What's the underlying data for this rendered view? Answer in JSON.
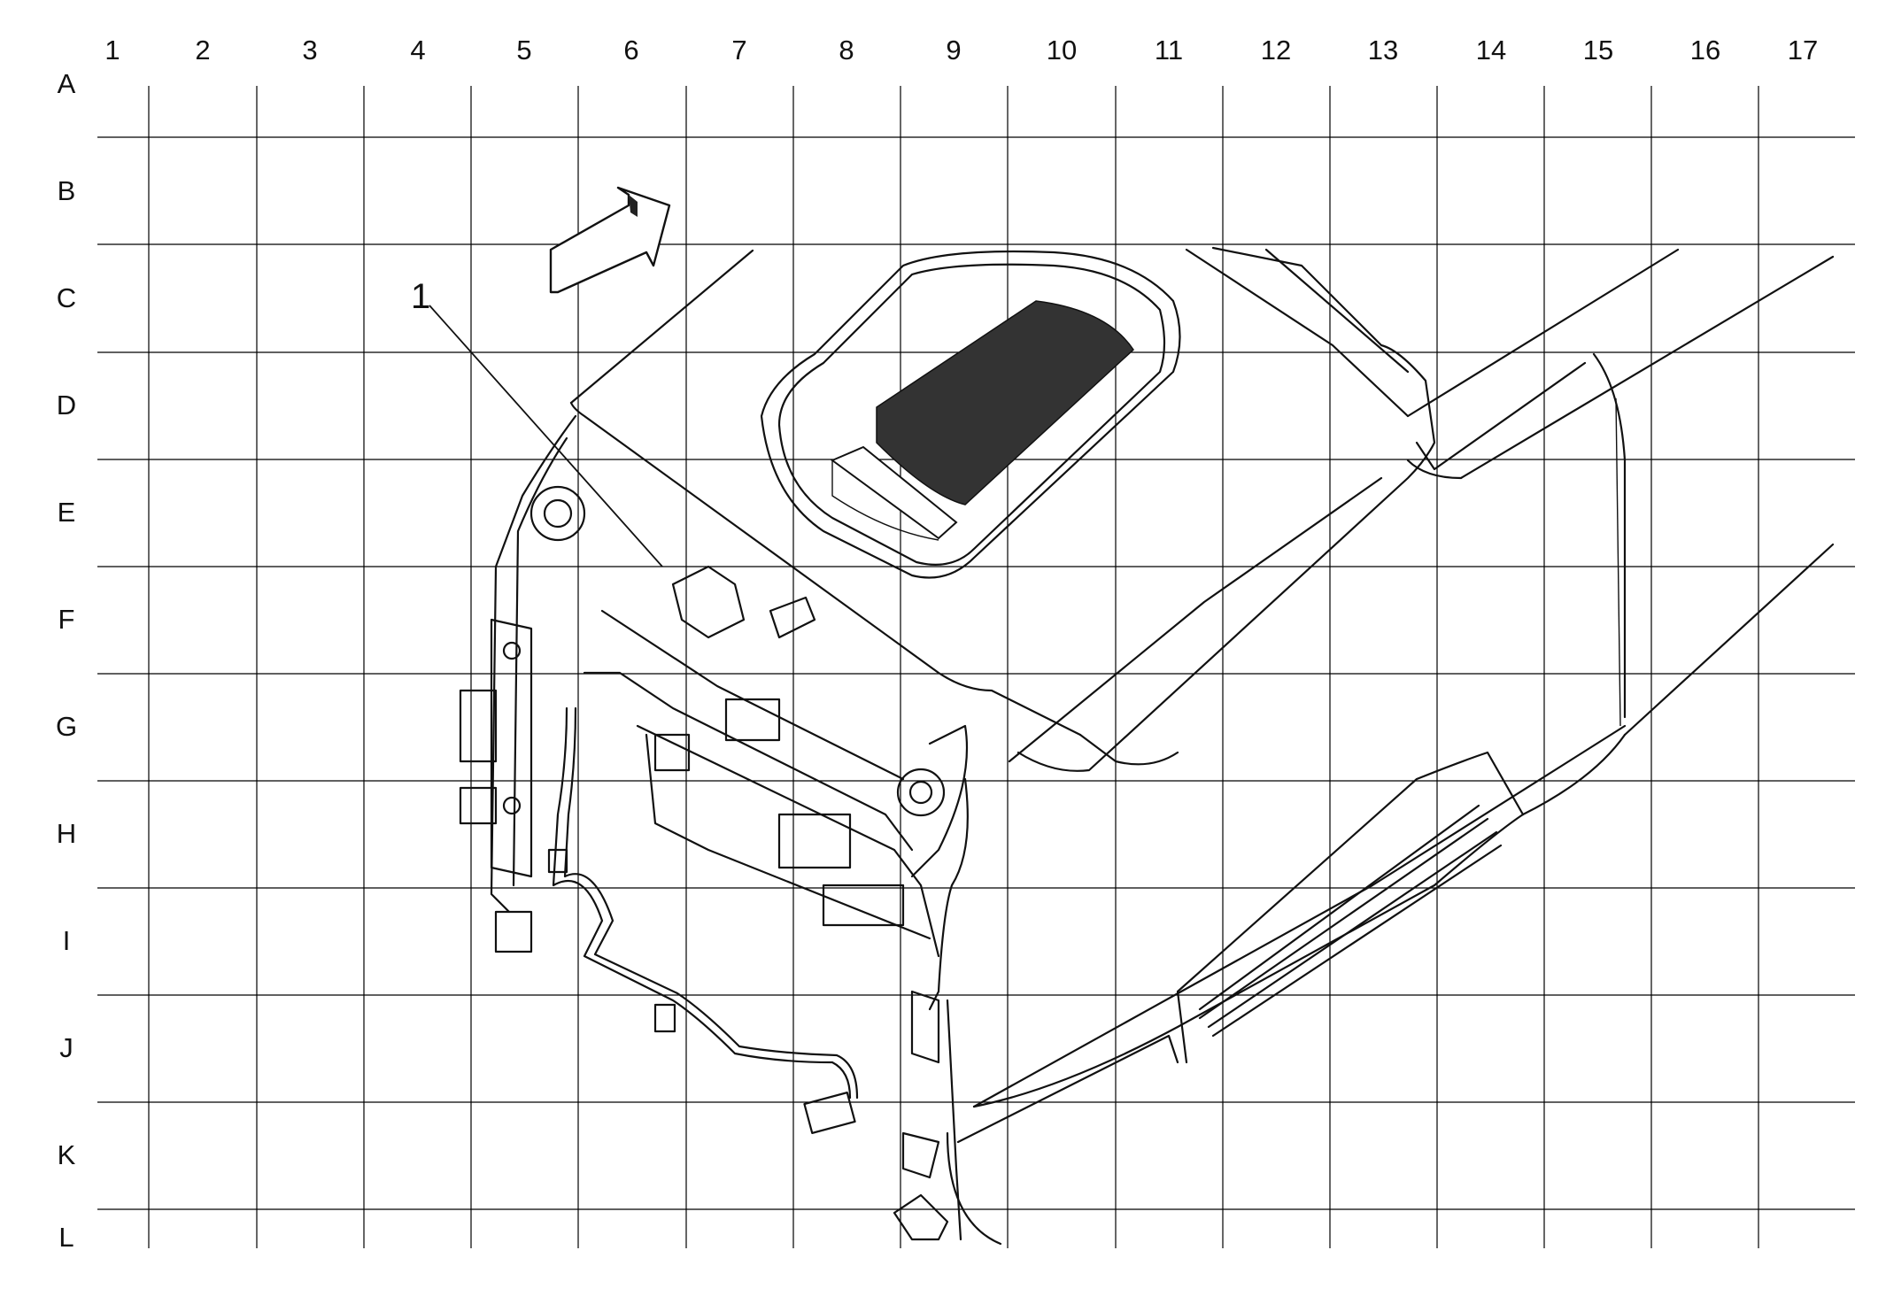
{
  "grid": {
    "columns": [
      "1",
      "2",
      "3",
      "4",
      "5",
      "6",
      "7",
      "8",
      "9",
      "10",
      "11",
      "12",
      "13",
      "14",
      "15",
      "16",
      "17"
    ],
    "rows": [
      "A",
      "B",
      "C",
      "D",
      "E",
      "F",
      "G",
      "H",
      "I",
      "J",
      "K",
      "L"
    ]
  },
  "callouts": [
    {
      "label": "1"
    }
  ],
  "direction_arrow": {
    "icon": "forward-arrow-icon"
  },
  "colors": {
    "line": "#111111",
    "background": "#ffffff"
  }
}
